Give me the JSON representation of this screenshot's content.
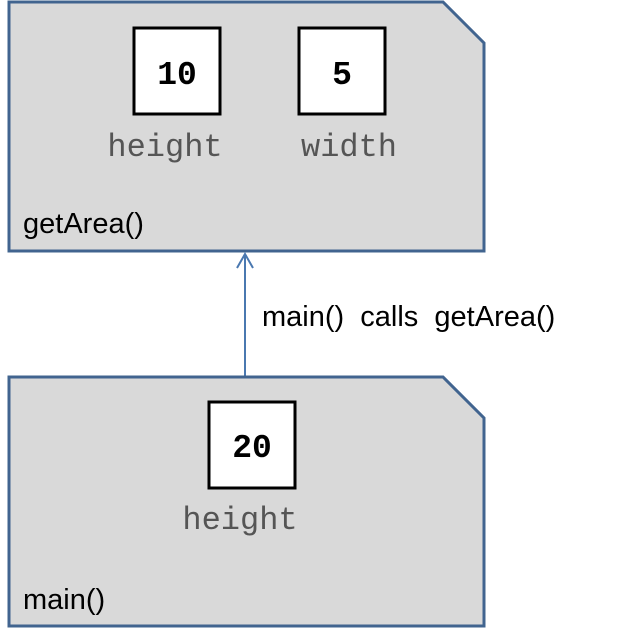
{
  "frames": [
    {
      "label": "getArea()",
      "variables": [
        {
          "name": "height",
          "value": "10"
        },
        {
          "name": "width",
          "value": "5"
        }
      ]
    },
    {
      "label": "main()",
      "variables": [
        {
          "name": "height",
          "value": "20"
        }
      ]
    }
  ],
  "call_label": "main()  calls  getArea()",
  "colors": {
    "frame_fill": "#d9d9d9",
    "frame_border": "#41648f",
    "arrow": "#4a78b0"
  }
}
